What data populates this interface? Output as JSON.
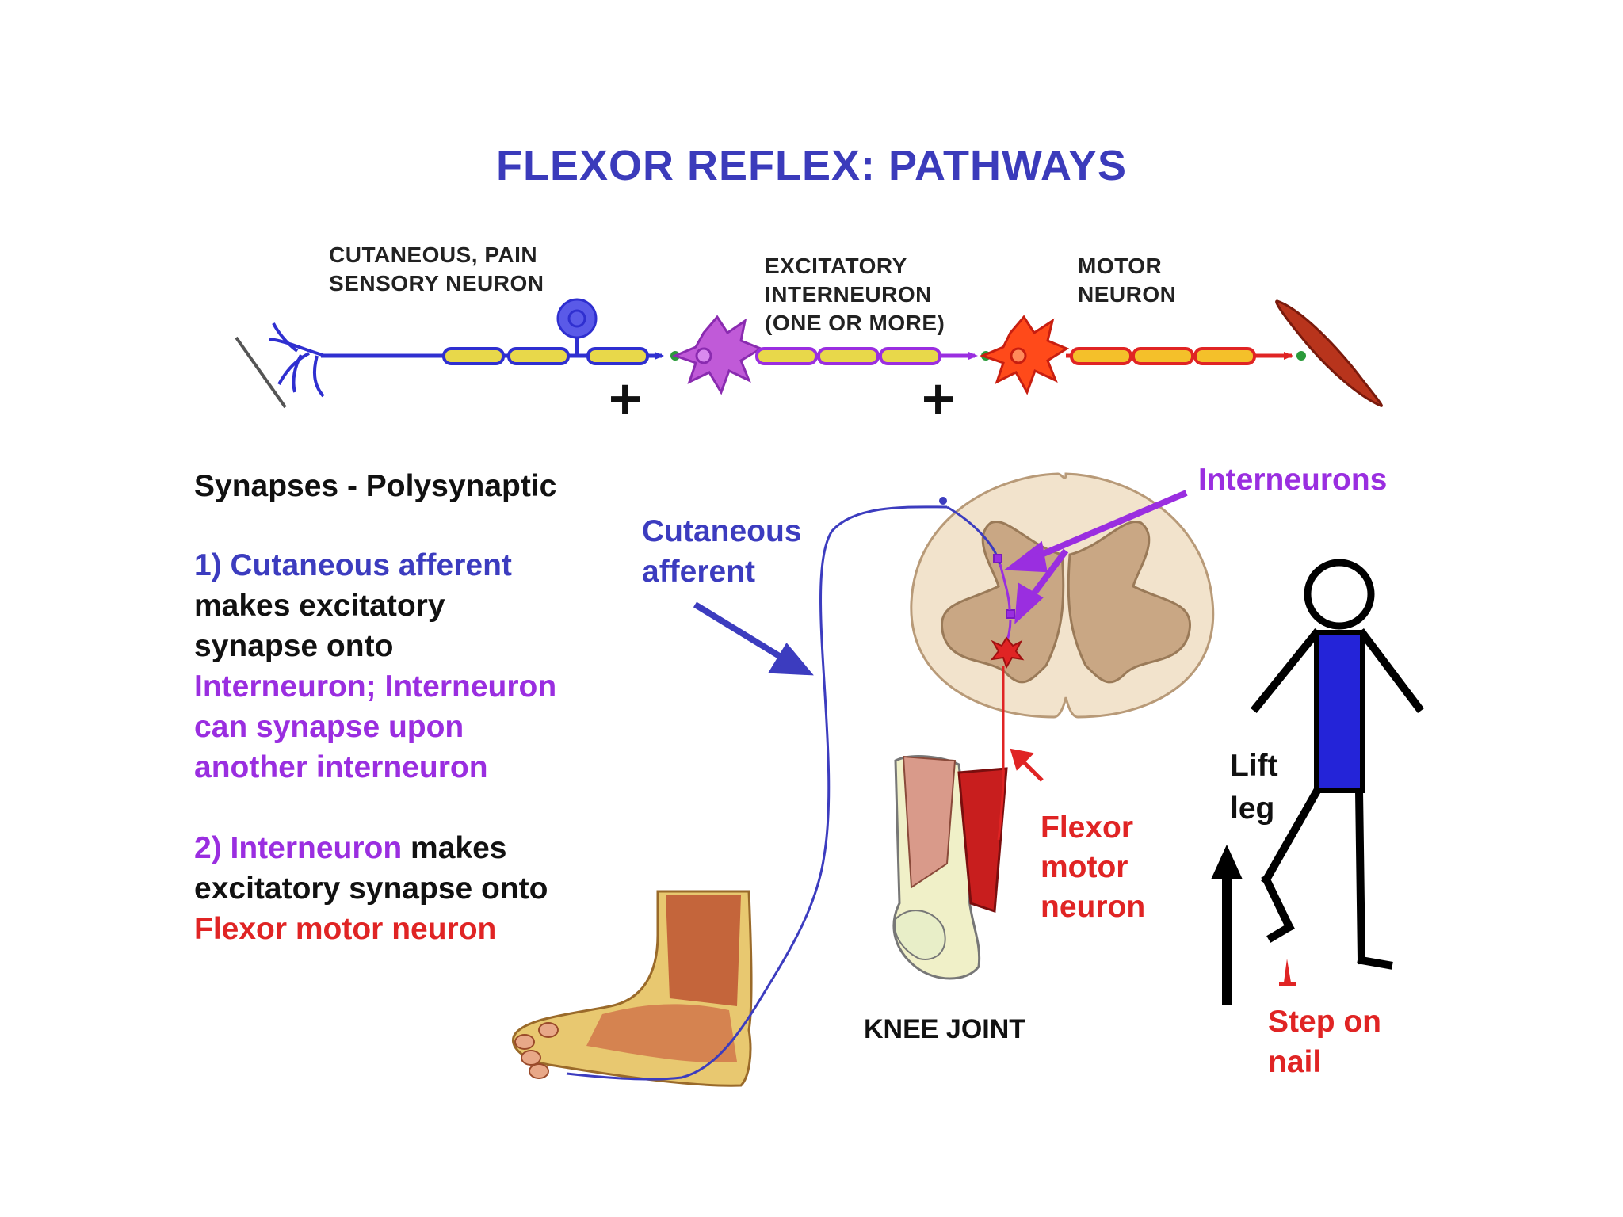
{
  "title": "FLEXOR REFLEX: PATHWAYS",
  "pathway": {
    "sensory": [
      "CUTANEOUS, PAIN",
      "SENSORY NEURON"
    ],
    "interneuron": [
      "EXCITATORY",
      "INTERNEURON",
      "(ONE OR MORE)"
    ],
    "motor": [
      "MOTOR",
      "NEURON"
    ],
    "plus": "+"
  },
  "left_text": {
    "heading": "Synapses - Polysynaptic",
    "p1": {
      "a": "1) Cutaneous afferent",
      "b": "makes excitatory",
      "c": "synapse onto",
      "d": "Interneuron; Interneuron",
      "e": "can synapse upon",
      "f": "another interneuron"
    },
    "p2": {
      "a_purple": "2) Interneuron",
      "a_black": " makes",
      "b": "excitatory synapse onto",
      "c": "Flexor motor neuron"
    }
  },
  "labels": {
    "cutaneous_afferent": [
      "Cutaneous",
      "afferent"
    ],
    "interneurons": "Interneurons",
    "flexor_motor_neuron": [
      "Flexor",
      "motor",
      "neuron"
    ],
    "knee_joint": "KNEE JOINT",
    "lift_leg": [
      "Lift",
      "leg"
    ],
    "step_on_nail": [
      "Step on",
      "nail"
    ]
  },
  "colors": {
    "title": "#3b3bbb",
    "afferent": "#3c3cbf",
    "interneuron": "#9a2ee0",
    "motor": "#e02424",
    "muscle": "#b8341c",
    "cord_white": "#f2e3cc",
    "cord_gray": "#c9a784"
  }
}
